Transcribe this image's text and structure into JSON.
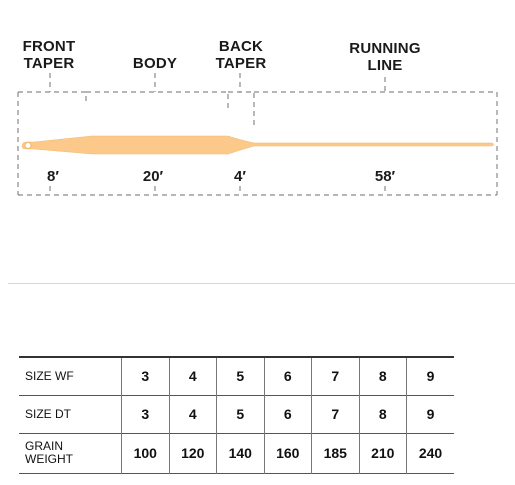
{
  "diagram": {
    "line_color": "#fcc98a",
    "sections": [
      {
        "label": "FRONT\nTAPER",
        "length": "8′"
      },
      {
        "label": "BODY",
        "length": "20′"
      },
      {
        "label": "BACK\nTAPER",
        "length": "4′"
      },
      {
        "label": "RUNNING\nLINE",
        "length": "58′"
      }
    ]
  },
  "table": {
    "rows": [
      {
        "header": "SIZE WF",
        "values": [
          "3",
          "4",
          "5",
          "6",
          "7",
          "8",
          "9"
        ]
      },
      {
        "header": "SIZE DT",
        "values": [
          "3",
          "4",
          "5",
          "6",
          "7",
          "8",
          "9"
        ]
      },
      {
        "header": "GRAIN\nWEIGHT",
        "values": [
          "100",
          "120",
          "140",
          "160",
          "185",
          "210",
          "240"
        ]
      }
    ]
  }
}
